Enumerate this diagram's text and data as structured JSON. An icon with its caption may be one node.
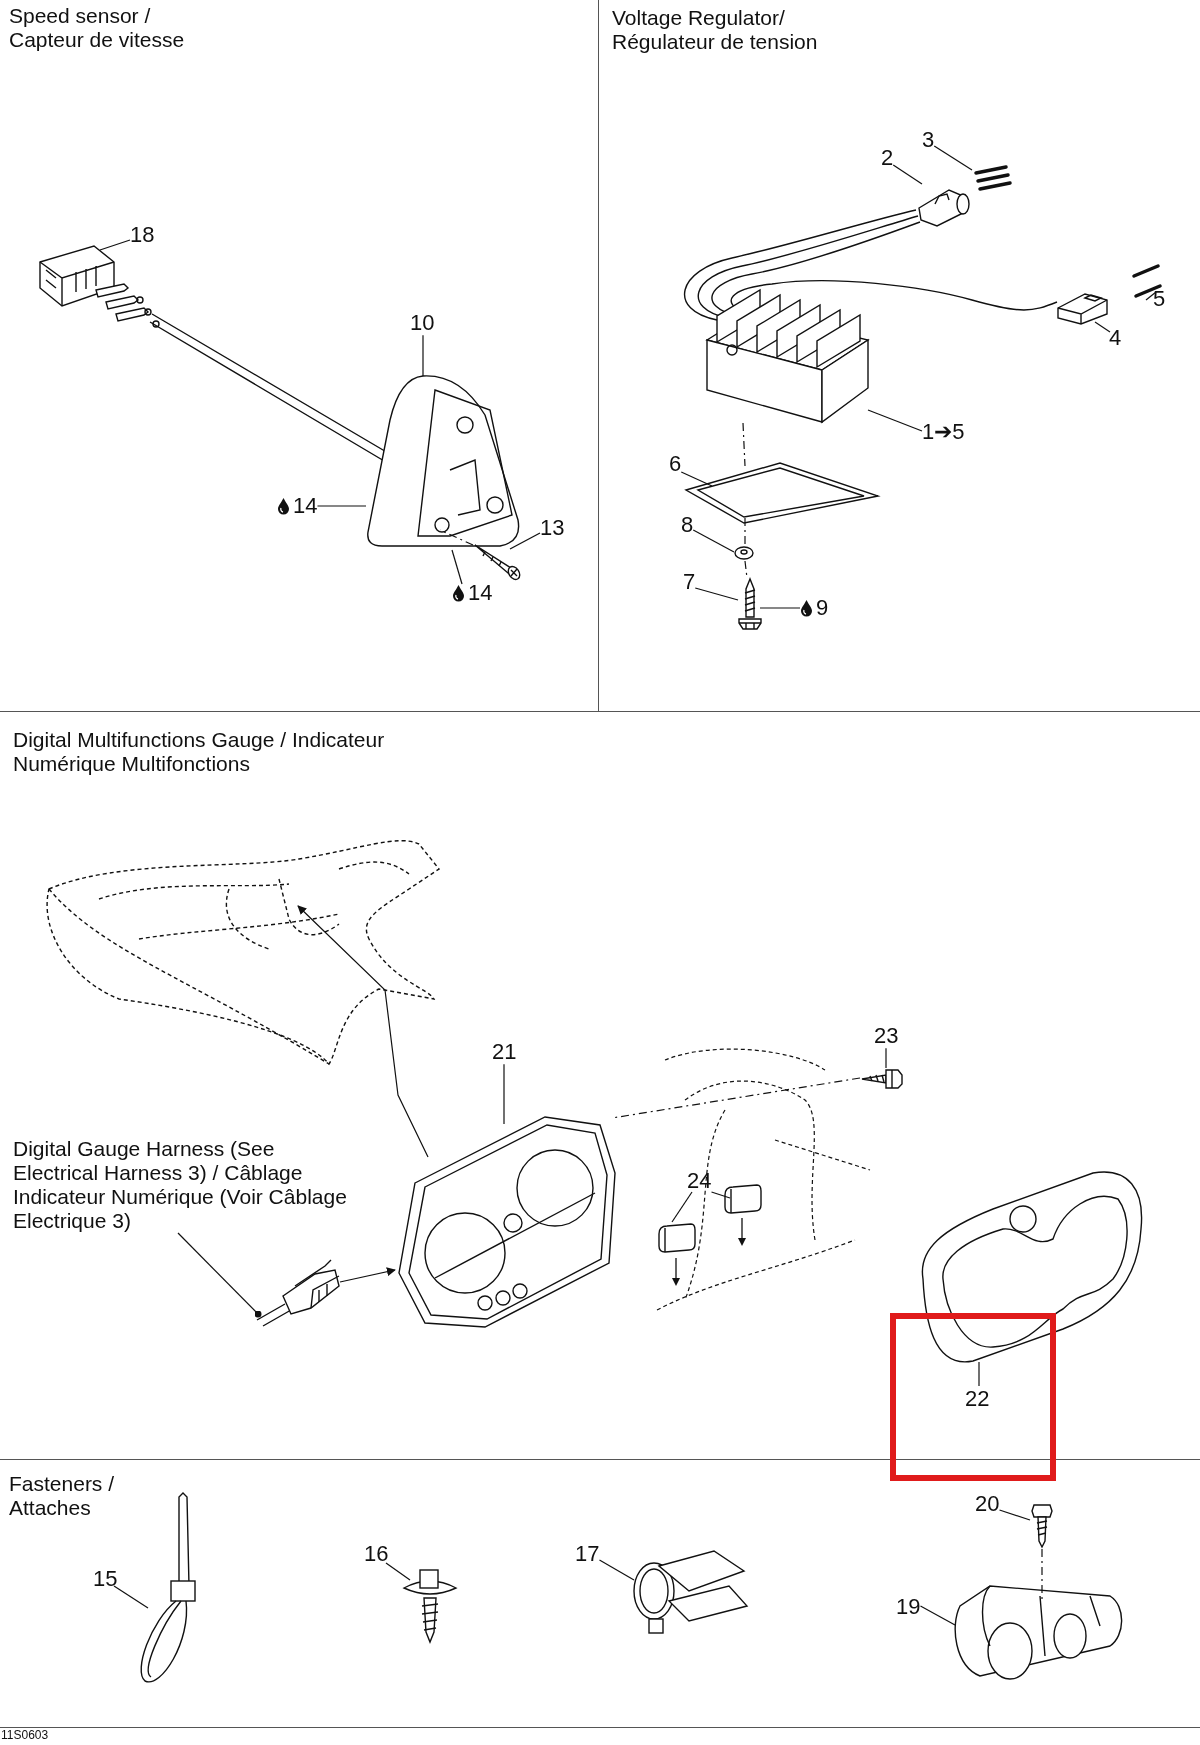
{
  "diagram": {
    "nodes": [
      {
        "text": [
          "Speed sensor / Capteur de vitesse"
        ]
      },
      {
        "text": [
          "Voltage Regulator/ Régulateur de tension"
        ]
      },
      {
        "text": [
          "Digital Multifunctions Gauge / Indicateur Numérique Multifonctions"
        ]
      },
      {
        "text": [
          "Fasteners / Attaches"
        ]
      },
      {
        "text": [
          "18"
        ],
        "in": 0
      },
      {
        "text": [],
        "shape": "picture",
        "in": 0
      },
      {
        "text": [
          "10"
        ],
        "in": 0
      },
      {
        "text": [],
        "shape": "picture",
        "in": 0
      },
      {
        "text": [
          "14"
        ],
        "in": 0
      },
      {
        "text": [
          "13"
        ],
        "in": 0
      },
      {
        "text": [],
        "shape": "picture",
        "in": 0
      },
      {
        "text": [
          "14"
        ],
        "in": 0
      },
      {
        "text": [
          "3"
        ],
        "in": 1
      },
      {
        "text": [
          "2"
        ],
        "in": 1
      },
      {
        "text": [],
        "shape": "picture",
        "in": 1
      },
      {
        "text": [],
        "shape": "picture",
        "in": 1
      },
      {
        "text": [
          "1➔5"
        ],
        "in": 1
      },
      {
        "text": [],
        "shape": "picture",
        "in": 1
      },
      {
        "text": [
          "5"
        ],
        "in": 1
      },
      {
        "text": [],
        "shape": "picture",
        "in": 1
      },
      {
        "text": [
          "4"
        ],
        "in": 1
      },
      {
        "text": [],
        "shape": "picture",
        "in": 1
      },
      {
        "text": [
          "6"
        ],
        "in": 1
      },
      {
        "text": [],
        "shape": "picture",
        "in": 1
      },
      {
        "text": [
          "8"
        ],
        "in": 1
      },
      {
        "text": [],
        "shape": "picture",
        "in": 1
      },
      {
        "text": [
          "7"
        ],
        "in": 1
      },
      {
        "text": [],
        "shape": "picture",
        "in": 1
      },
      {
        "text": [
          "9"
        ],
        "in": 1
      },
      {
        "text": [],
        "shape": "picture",
        "in": 2
      },
      {
        "text": [
          "21"
        ],
        "in": 2
      },
      {
        "text": [],
        "shape": "picture",
        "in": 2
      },
      {
        "text": [
          "23"
        ],
        "in": 2
      },
      {
        "text": [],
        "shape": "picture",
        "in": 2
      },
      {
        "text": [
          "24"
        ],
        "in": 2
      },
      {
        "text": [],
        "shape": "picture",
        "in": 2
      },
      {
        "text": [],
        "shape": "picture",
        "in": 2
      },
      {
        "text": [],
        "shape": "picture",
        "in": 2
      },
      {
        "text": [
          "22"
        ],
        "in": 2
      },
      {
        "text": [
          "Digital Gauge Harness (See Electrical Harness 3) / Câblage Indicateur Numérique (Voir Câblage Electrique 3)"
        ],
        "in": 2
      },
      {
        "text": [],
        "shape": "picture",
        "in": 2
      },
      {
        "text": [
          "15"
        ],
        "in": 3
      },
      {
        "text": [],
        "shape": "picture",
        "in": 3
      },
      {
        "text": [
          "16"
        ],
        "in": 3
      },
      {
        "text": [],
        "shape": "picture",
        "in": 3
      },
      {
        "text": [
          "17"
        ],
        "in": 3
      },
      {
        "text": [],
        "shape": "picture",
        "in": 3
      },
      {
        "text": [
          "20"
        ],
        "in": 3
      },
      {
        "text": [],
        "shape": "picture",
        "in": 3
      },
      {
        "text": [
          "19"
        ],
        "in": 3
      },
      {
        "text": [],
        "shape": "picture",
        "in": 3
      }
    ],
    "edges": [
      {
        "from": 4,
        "to": 5,
        "arrow": "none"
      },
      {
        "from": 6,
        "to": 7,
        "arrow": "none"
      },
      {
        "from": 8,
        "to": 7,
        "arrow": "none"
      },
      {
        "from": 9,
        "to": 10,
        "arrow": "none"
      },
      {
        "from": 11,
        "to": 7,
        "arrow": "none"
      },
      {
        "from": 10,
        "to": 7,
        "arrow": "none",
        "style": "dashed"
      },
      {
        "from": 12,
        "to": 14,
        "arrow": "none"
      },
      {
        "from": 13,
        "to": 15,
        "arrow": "none"
      },
      {
        "from": 16,
        "to": 17,
        "arrow": "none"
      },
      {
        "from": 18,
        "to": 19,
        "arrow": "none"
      },
      {
        "from": 20,
        "to": 21,
        "arrow": "none"
      },
      {
        "from": 22,
        "to": 23,
        "arrow": "none"
      },
      {
        "from": 24,
        "to": 25,
        "arrow": "none"
      },
      {
        "from": 26,
        "to": 27,
        "arrow": "none"
      },
      {
        "from": 28,
        "to": 27,
        "arrow": "none"
      },
      {
        "from": 17,
        "to": 23,
        "arrow": "none",
        "style": "dashed"
      },
      {
        "from": 30,
        "to": 31,
        "arrow": "none"
      },
      {
        "from": 32,
        "to": 33,
        "arrow": "none"
      },
      {
        "from": 34,
        "to": 35,
        "arrow": "none"
      },
      {
        "from": 34,
        "to": 36,
        "arrow": "none"
      },
      {
        "from": 38,
        "to": 37,
        "arrow": "none"
      },
      {
        "from": 39,
        "to": 40,
        "arrow": "other"
      },
      {
        "from": 40,
        "to": 31,
        "arrow": "to"
      },
      {
        "from": 31,
        "to": 29,
        "arrow": "to"
      },
      {
        "from": 33,
        "to": 31,
        "arrow": "none",
        "style": "dashed"
      },
      {
        "from": 41,
        "to": 42,
        "arrow": "none"
      },
      {
        "from": 43,
        "to": 44,
        "arrow": "none"
      },
      {
        "from": 45,
        "to": 46,
        "arrow": "none"
      },
      {
        "from": 47,
        "to": 48,
        "arrow": "none"
      },
      {
        "from": 49,
        "to": 50,
        "arrow": "none"
      },
      {
        "from": 48,
        "to": 50,
        "arrow": "none",
        "style": "dashed"
      },
      {
        "from": 23,
        "to": 25,
        "arrow": "none",
        "style": "dashed"
      },
      {
        "from": 25,
        "to": 27,
        "arrow": "none",
        "style": "dashed"
      }
    ],
    "labels": [
      "11S0603"
    ]
  }
}
